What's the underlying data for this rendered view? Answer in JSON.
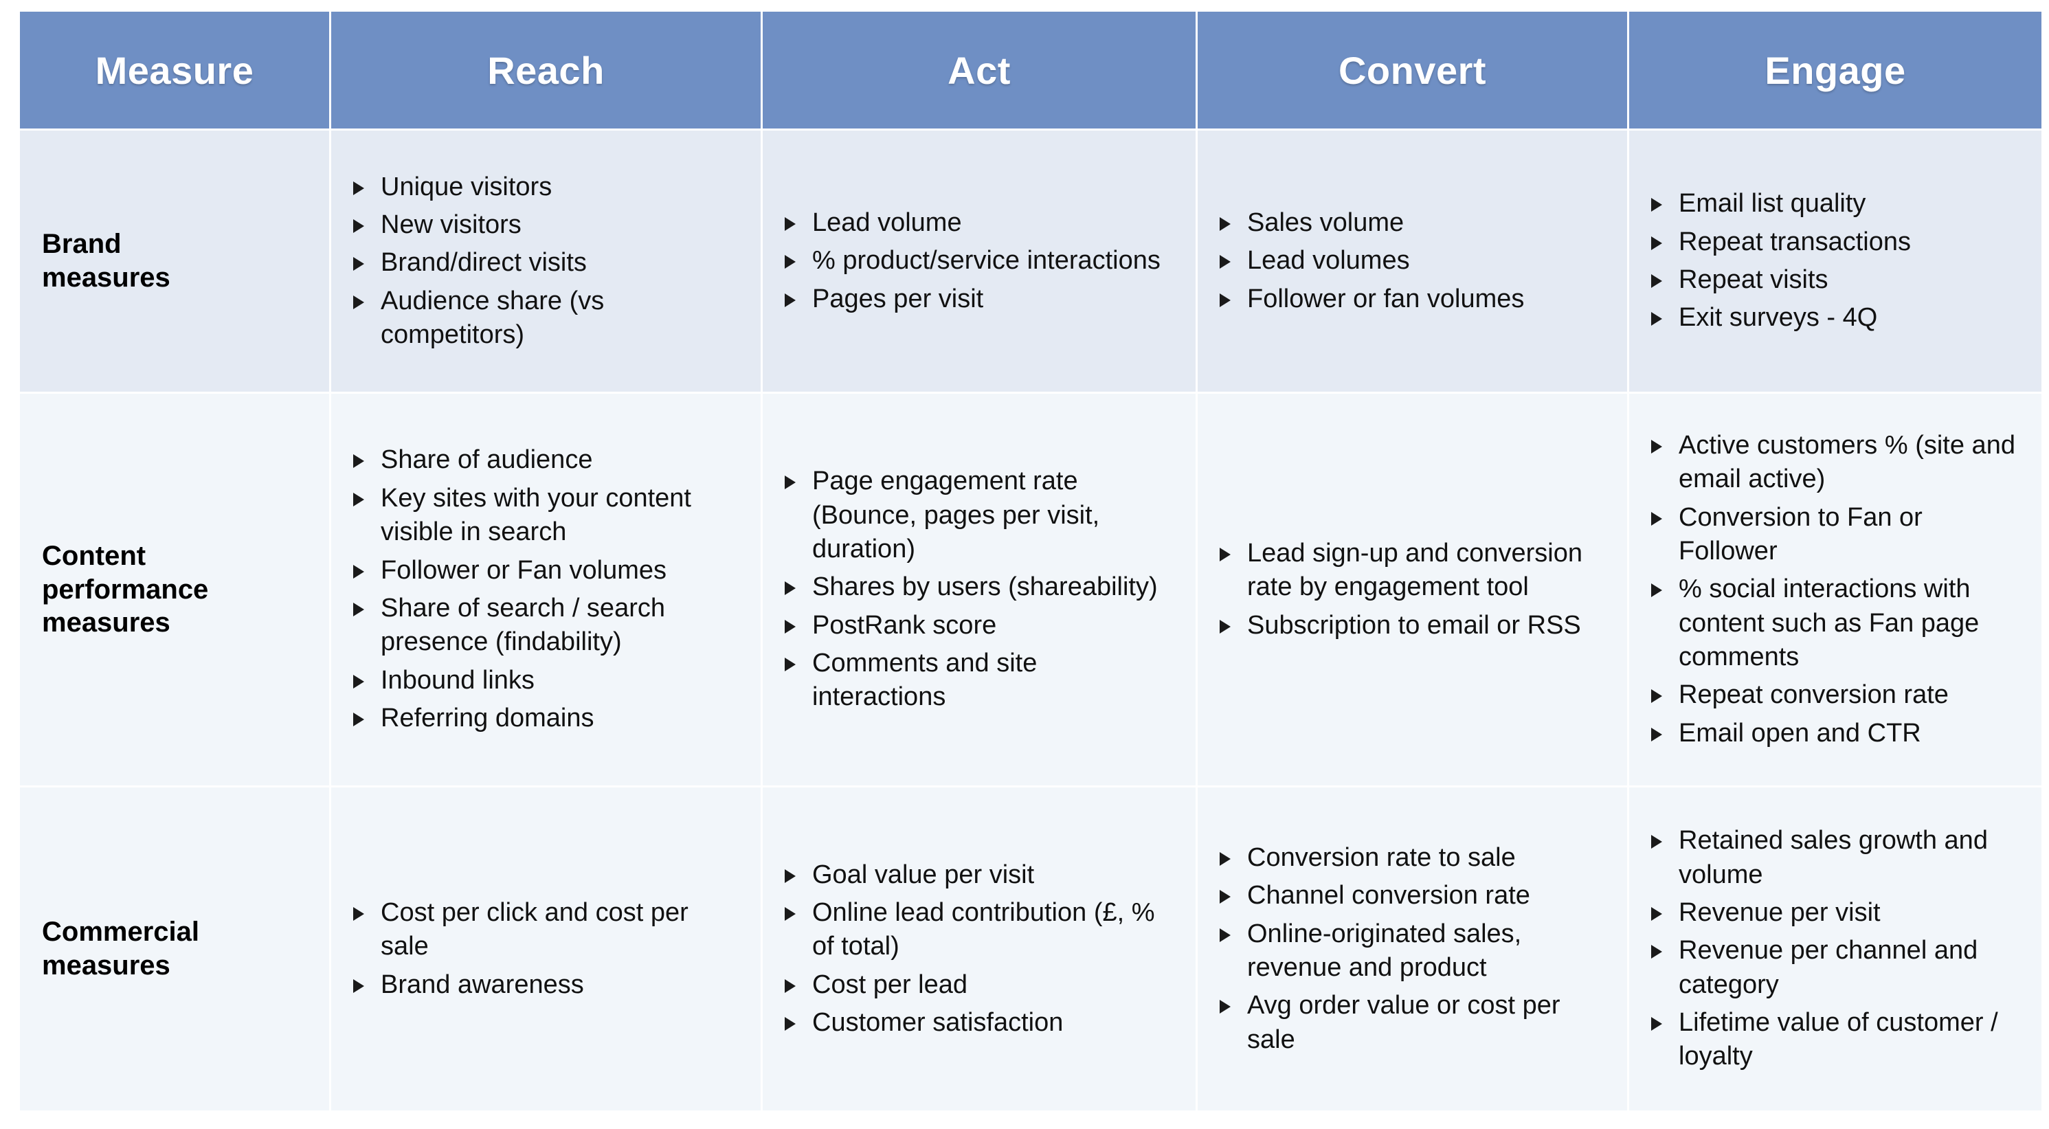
{
  "table": {
    "columns": [
      {
        "key": "measure",
        "label": "Measure"
      },
      {
        "key": "reach",
        "label": "Reach"
      },
      {
        "key": "act",
        "label": "Act"
      },
      {
        "key": "convert",
        "label": "Convert"
      },
      {
        "key": "engage",
        "label": "Engage"
      }
    ],
    "colors": {
      "header_background": "#6f8fc4",
      "header_text": "#ffffff",
      "row1_background": "#e4eaf3",
      "row2_background": "#f2f6fa",
      "row3_background": "#f2f6fa",
      "body_text": "#111111",
      "page_background": "#ffffff"
    },
    "rows": [
      {
        "label": "Brand\nmeasures",
        "label_line1": "Brand",
        "label_line2": "measures",
        "reach": [
          "Unique visitors",
          "New visitors",
          "Brand/direct visits",
          "Audience share (vs competitors)"
        ],
        "act": [
          "Lead volume",
          "% product/service interactions",
          "Pages per visit"
        ],
        "convert": [
          "Sales volume",
          "Lead volumes",
          "Follower or fan volumes"
        ],
        "engage": [
          "Email list quality",
          "Repeat transactions",
          "Repeat visits",
          "Exit surveys - 4Q"
        ]
      },
      {
        "label": "Content\nperformance\nmeasures",
        "label_line1": "Content",
        "label_line2": "performance",
        "label_line3": "measures",
        "reach": [
          "Share of audience",
          "Key sites with your content visible in search",
          "Follower or Fan volumes",
          "Share of search / search presence (findability)",
          "Inbound links",
          "Referring domains"
        ],
        "act": [
          "Page engagement rate (Bounce, pages per visit, duration)",
          "Shares by users (shareability)",
          "PostRank score",
          "Comments and site interactions"
        ],
        "convert": [
          "Lead sign-up and conversion rate by engagement tool",
          "Subscription to email or RSS"
        ],
        "engage": [
          "Active customers % (site and email active)",
          "Conversion to Fan or Follower",
          "% social interactions with content such as Fan page comments",
          "Repeat conversion rate",
          "Email open and CTR"
        ]
      },
      {
        "label": "Commercial\nmeasures",
        "label_line1": "Commercial",
        "label_line2": "measures",
        "reach": [
          "Cost per click and cost per sale",
          "Brand awareness"
        ],
        "act": [
          "Goal value per visit",
          "Online lead contribution (£, % of total)",
          "Cost per lead",
          "Customer satisfaction"
        ],
        "convert": [
          "Conversion rate to sale",
          "Channel conversion rate",
          "Online-originated sales, revenue and product",
          "Avg order value or cost per sale"
        ],
        "engage": [
          "Retained sales growth and volume",
          "Revenue per visit",
          "Revenue per channel and category",
          "Lifetime value of customer / loyalty"
        ]
      }
    ]
  }
}
